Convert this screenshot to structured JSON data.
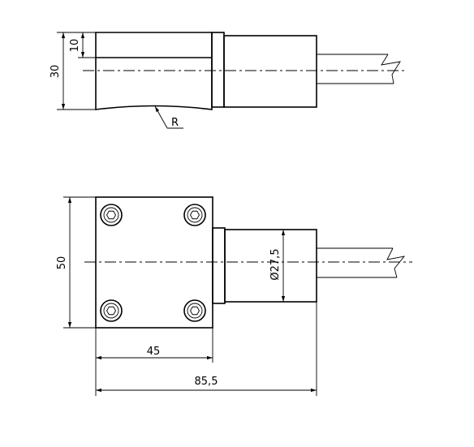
{
  "dimensions": {
    "top_total_height": "30",
    "top_inner_height": "10",
    "radius_label": "R",
    "bottom_height": "50",
    "width_body": "45",
    "width_total": "85,5",
    "diameter": "Ø27,5"
  },
  "colors": {
    "line": "#000000",
    "background": "#ffffff"
  }
}
